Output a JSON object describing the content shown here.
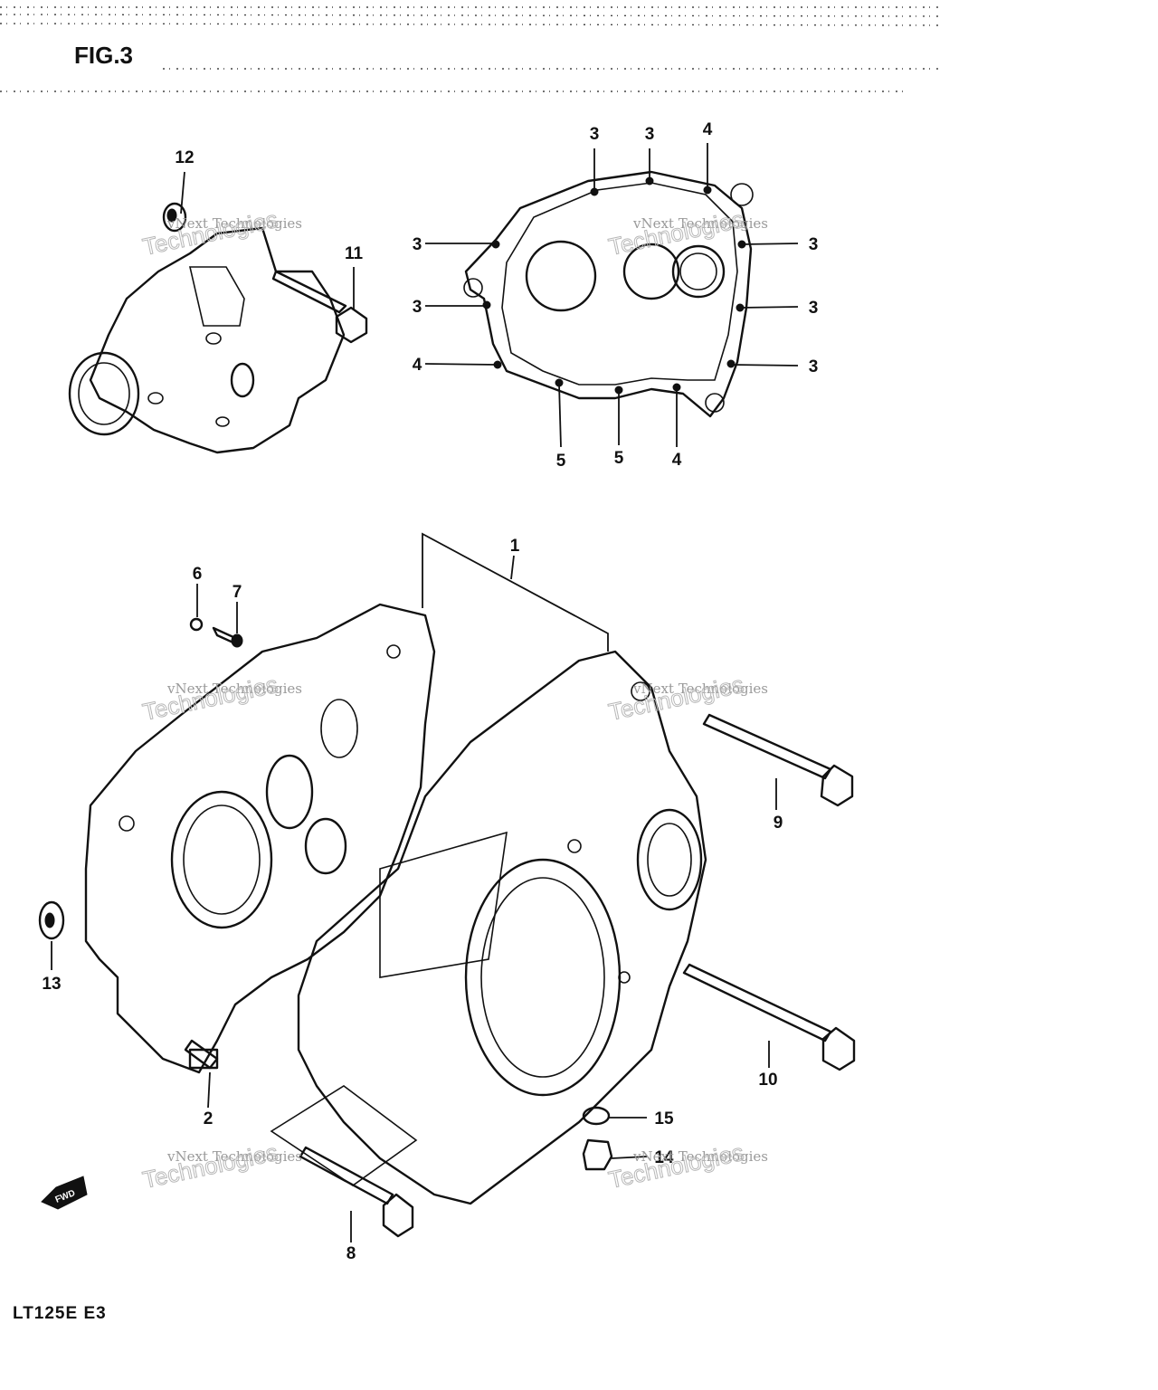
{
  "figure": {
    "title": "FIG.3",
    "model": "LT125E  E3",
    "fwd_label": "FWD"
  },
  "watermark": {
    "line1": "vNext Technologies",
    "line2": "Technologies"
  },
  "callouts": [
    "1",
    "2",
    "3",
    "3",
    "3",
    "3",
    "3",
    "3",
    "3",
    "3",
    "4",
    "4",
    "4",
    "5",
    "5",
    "6",
    "7",
    "8",
    "9",
    "10",
    "11",
    "12",
    "13",
    "14",
    "15"
  ]
}
